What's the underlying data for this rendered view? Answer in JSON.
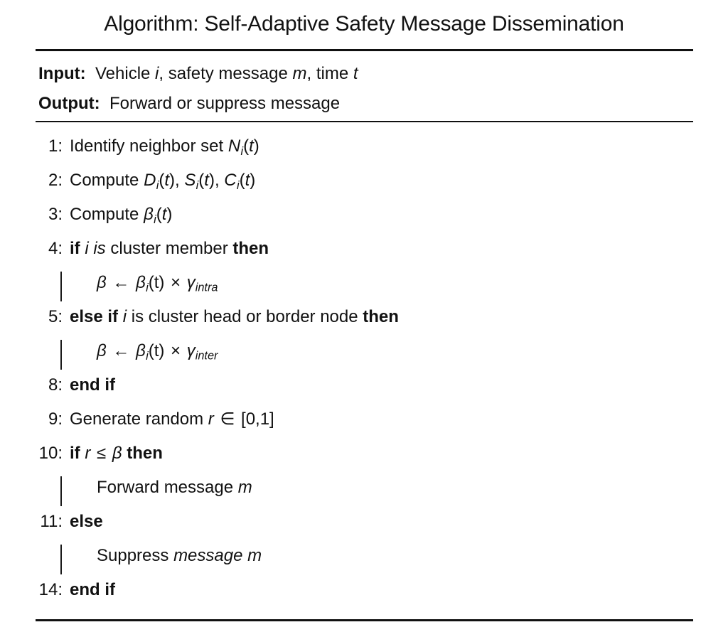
{
  "title": "Algorithm: Self-Adaptive Safety Message Dissemination",
  "io": {
    "input_label": "Input:",
    "input_value": "Vehicle i, safety message m, time t",
    "output_label": "Output:",
    "output_value": "Forward or suppress message"
  },
  "steps": [
    {
      "num": "1:",
      "text": "Identify neighbor set Nᵢ(t)",
      "indent": false
    },
    {
      "num": "2:",
      "text": "Compute Dᵢ(t), Sᵢ(t), Cᵢ(t)",
      "indent": false
    },
    {
      "num": "3:",
      "text": "Compute βᵢ(t)",
      "indent": false
    },
    {
      "num": "4:",
      "text": "if i is cluster member then",
      "indent": false
    },
    {
      "num": "",
      "text": "β ← βᵢ(t) × γintra",
      "indent": true
    },
    {
      "num": "5:",
      "text": "else if i is cluster head or border node then",
      "indent": false
    },
    {
      "num": "",
      "text": "β ← βᵢ(t) × γinter",
      "indent": true
    },
    {
      "num": "8:",
      "text": "end if",
      "indent": false
    },
    {
      "num": "9:",
      "text": "Generate random r ∈ [0,1]",
      "indent": false
    },
    {
      "num": "10:",
      "text": "if r ≤ β then",
      "indent": false
    },
    {
      "num": "",
      "text": "Forward message m",
      "indent": true
    },
    {
      "num": "11:",
      "text": "else",
      "indent": false
    },
    {
      "num": "",
      "text": "Suppress message m",
      "indent": true
    },
    {
      "num": "14:",
      "text": "end if",
      "indent": false
    }
  ],
  "colors": {
    "text": "#111111",
    "rule": "#111111",
    "background": "#ffffff"
  }
}
